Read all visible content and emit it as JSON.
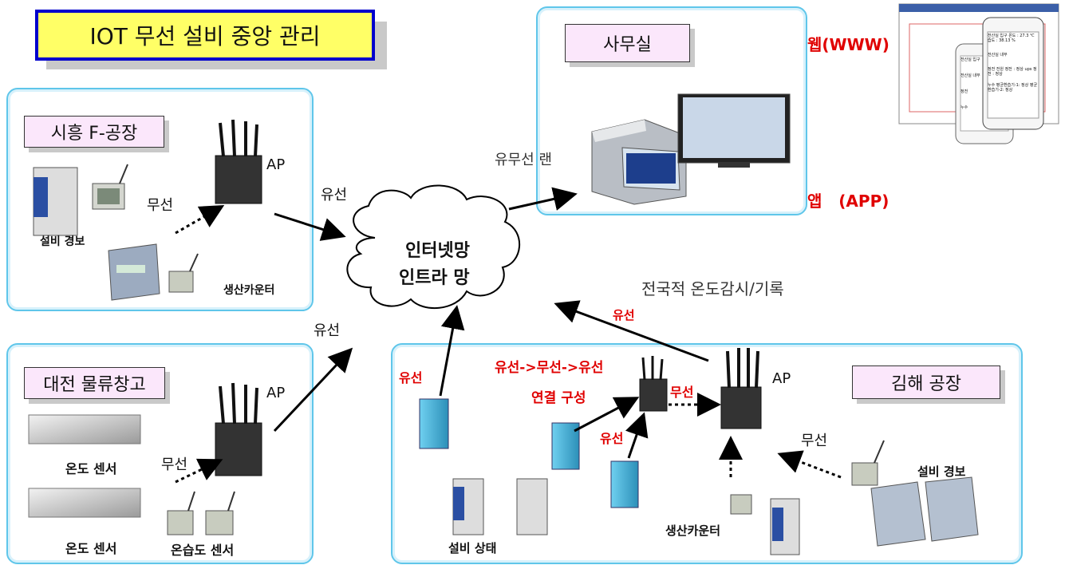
{
  "title": "IOT 무선 설비 중앙 관리",
  "office": {
    "label": "사무실",
    "lan_label": "유무선 랜",
    "web_label": "웹(WWW)",
    "app_label": "앱   (APP)"
  },
  "phone": {
    "rows_front": [
      [
        "전산실 입구",
        "온도 : 27.3 ℃  습도 : 38.13 %"
      ],
      [
        "전산실 내부",
        ""
      ],
      [
        "정전",
        "전원 정전 : 정상 ups 정전 : 정상"
      ],
      [
        "누수",
        "평균환습기-1: 정상 평균환습기-2: 정상"
      ]
    ],
    "rows_back": [
      "전산실 입구",
      "전산실 내부",
      "정전",
      "누수"
    ]
  },
  "cloud": {
    "line1": "인터넷망",
    "line2": "인트라 망"
  },
  "siheung": {
    "label": "시흥 F-공장",
    "ap": "AP",
    "wireless": "무선",
    "wired": "유선",
    "equipment_alarm": "설비 경보",
    "production_counter": "생산카운터"
  },
  "daejeon": {
    "label": "대전 물류창고",
    "ap": "AP",
    "wireless": "무선",
    "wired": "유선",
    "temp_sensor_1": "온도 센서",
    "temp_sensor_2": "온도 센서",
    "temp_humid_sensor": "온습도 센서"
  },
  "gimhae": {
    "label": "김해 공장",
    "ap": "AP",
    "wireless": "무선",
    "wired_left": "유선",
    "config_line1": "유선->무선->유선",
    "config_line2": "연결 구성",
    "wireless_red": "무선",
    "wired_mid": "유선",
    "equipment_status": "설비 상태",
    "production_counter": "생산카운터",
    "equipment_alarm": "설비 경보"
  },
  "national": {
    "label": "전국적 온도감시/기록",
    "wired": "유선"
  },
  "colors": {
    "panel_border": "#5fc6ea",
    "tag_fill": "#fbe7fb",
    "title_fill": "#ffff66",
    "title_border": "#0000cc",
    "accent_red": "#e00000"
  }
}
